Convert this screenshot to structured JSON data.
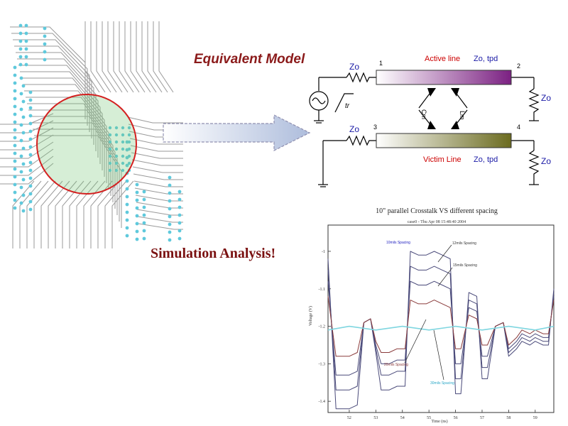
{
  "headings": {
    "equivalent_model": "Equivalent Model",
    "simulation_analysis": "Simulation Analysis!"
  },
  "schematic": {
    "source_resistor_top": "Zo",
    "source_resistor_bottom": "Zo",
    "rise_time": "tr",
    "node_1": "1",
    "node_2": "2",
    "node_3": "3",
    "node_4": "4",
    "active_line": "Active line",
    "victim_line": "Victim Line",
    "active_params": "Zo, tpd",
    "victim_params": "Zo, tpd",
    "load_top": "Zo",
    "load_bottom": "Zo",
    "cm": "Cm",
    "lm": "Lm",
    "colors": {
      "active_line": "#7b2182",
      "victim_line": "#6b6b1f",
      "red_label": "#cc0000",
      "blue_label": "#1a1aa6"
    }
  },
  "chart_data": {
    "type": "line",
    "title": "10\" parallel Crosstalk VS different spacing",
    "subtitle": "case0 - Thu Apr 08 15:48:40 2004",
    "xlabel": "Time (ns)",
    "ylabel": "Voltage (V)",
    "xlim": [
      51.2,
      59.7
    ],
    "ylim": [
      -1.43,
      -0.93
    ],
    "xticks": [
      "52",
      "53",
      "54",
      "55",
      "56",
      "57",
      "58",
      "59"
    ],
    "yticks": [
      "-1",
      "-1.1",
      "-1.2",
      "-1.3",
      "-1.4"
    ],
    "annotations": [
      "10mils Spacing",
      "12mils Spacing",
      "15mils Spacing",
      "20mils Spacing",
      "30mils Spacing"
    ],
    "series": [
      {
        "name": "10mils Spacing",
        "color": "#4a4a7a",
        "x": [
          51.2,
          51.5,
          52.0,
          52.3,
          52.55,
          52.8,
          53.0,
          53.2,
          53.5,
          53.8,
          54.1,
          54.3,
          54.6,
          54.9,
          55.2,
          55.5,
          55.8,
          56.0,
          56.2,
          56.5,
          56.8,
          57.0,
          57.2,
          57.5,
          57.8,
          58.0,
          58.3,
          58.5,
          58.8,
          59.0,
          59.3,
          59.5,
          59.7
        ],
        "y": [
          -1.02,
          -1.42,
          -1.42,
          -1.41,
          -1.19,
          -1.18,
          -1.27,
          -1.37,
          -1.37,
          -1.36,
          -1.36,
          -1.0,
          -1.01,
          -1.01,
          -1.0,
          -1.01,
          -1.02,
          -1.38,
          -1.38,
          -1.11,
          -1.12,
          -1.34,
          -1.34,
          -1.2,
          -1.19,
          -1.28,
          -1.26,
          -1.24,
          -1.25,
          -1.24,
          -1.25,
          -1.25,
          -1.1
        ]
      },
      {
        "name": "12mils Spacing",
        "color": "#4a4a7a",
        "x": [
          51.2,
          51.5,
          52.0,
          52.3,
          52.55,
          52.8,
          53.0,
          53.2,
          53.5,
          53.8,
          54.1,
          54.3,
          54.6,
          54.9,
          55.2,
          55.5,
          55.8,
          56.0,
          56.2,
          56.5,
          56.8,
          57.0,
          57.2,
          57.5,
          57.8,
          58.0,
          58.3,
          58.5,
          58.8,
          59.0,
          59.3,
          59.5,
          59.7
        ],
        "y": [
          -1.05,
          -1.37,
          -1.37,
          -1.36,
          -1.19,
          -1.18,
          -1.26,
          -1.33,
          -1.33,
          -1.32,
          -1.32,
          -1.04,
          -1.05,
          -1.05,
          -1.04,
          -1.05,
          -1.06,
          -1.34,
          -1.34,
          -1.13,
          -1.14,
          -1.31,
          -1.31,
          -1.2,
          -1.19,
          -1.27,
          -1.25,
          -1.23,
          -1.24,
          -1.23,
          -1.24,
          -1.24,
          -1.11
        ]
      },
      {
        "name": "15mils Spacing",
        "color": "#4a4a7a",
        "x": [
          51.2,
          51.5,
          52.0,
          52.3,
          52.55,
          52.8,
          53.0,
          53.2,
          53.5,
          53.8,
          54.1,
          54.3,
          54.6,
          54.9,
          55.2,
          55.5,
          55.8,
          56.0,
          56.2,
          56.5,
          56.8,
          57.0,
          57.2,
          57.5,
          57.8,
          58.0,
          58.3,
          58.5,
          58.8,
          59.0,
          59.3,
          59.5,
          59.7
        ],
        "y": [
          -1.08,
          -1.33,
          -1.33,
          -1.32,
          -1.19,
          -1.18,
          -1.25,
          -1.3,
          -1.3,
          -1.29,
          -1.29,
          -1.08,
          -1.09,
          -1.09,
          -1.08,
          -1.09,
          -1.1,
          -1.3,
          -1.3,
          -1.15,
          -1.16,
          -1.28,
          -1.28,
          -1.2,
          -1.19,
          -1.26,
          -1.24,
          -1.22,
          -1.23,
          -1.22,
          -1.23,
          -1.23,
          -1.12
        ]
      },
      {
        "name": "20mils Spacing",
        "color": "#8a3b3b",
        "x": [
          51.2,
          51.5,
          52.0,
          52.3,
          52.55,
          52.8,
          53.0,
          53.2,
          53.5,
          53.8,
          54.1,
          54.3,
          54.6,
          54.9,
          55.2,
          55.5,
          55.8,
          56.0,
          56.2,
          56.5,
          56.8,
          57.0,
          57.2,
          57.5,
          57.8,
          58.0,
          58.3,
          58.5,
          58.8,
          59.0,
          59.3,
          59.5,
          59.7
        ],
        "y": [
          -1.12,
          -1.28,
          -1.28,
          -1.27,
          -1.19,
          -1.18,
          -1.24,
          -1.27,
          -1.27,
          -1.26,
          -1.26,
          -1.13,
          -1.14,
          -1.14,
          -1.13,
          -1.14,
          -1.15,
          -1.26,
          -1.26,
          -1.17,
          -1.18,
          -1.25,
          -1.25,
          -1.2,
          -1.19,
          -1.25,
          -1.23,
          -1.21,
          -1.22,
          -1.21,
          -1.22,
          -1.22,
          -1.13
        ]
      },
      {
        "name": "30mils Spacing",
        "color": "#7fd6e0",
        "x": [
          51.2,
          52.0,
          53.0,
          54.0,
          55.0,
          56.0,
          57.0,
          58.0,
          59.0,
          59.7
        ],
        "y": [
          -1.21,
          -1.2,
          -1.21,
          -1.2,
          -1.21,
          -1.2,
          -1.21,
          -1.2,
          -1.21,
          -1.2
        ]
      }
    ]
  }
}
